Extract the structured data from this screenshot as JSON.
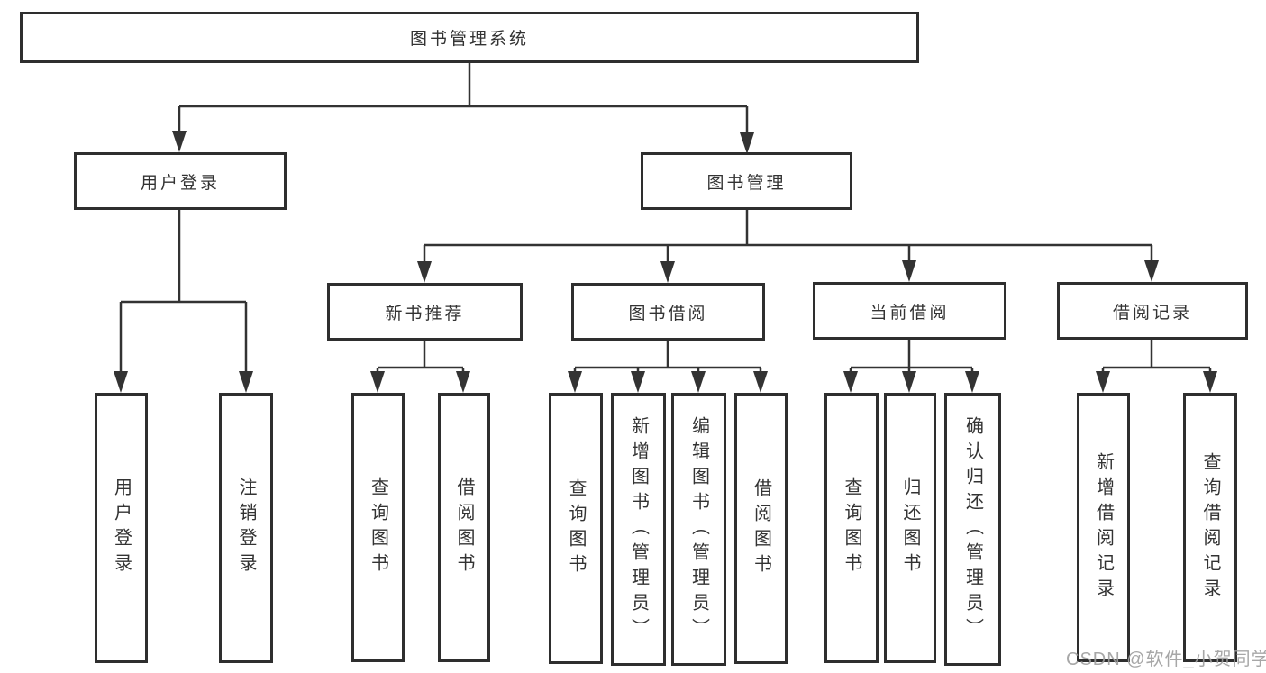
{
  "root": {
    "label": "图书管理系统"
  },
  "level2": {
    "user_login": {
      "label": "用户登录"
    },
    "book_management": {
      "label": "图书管理"
    }
  },
  "level3": {
    "new_book_recommend": {
      "label": "新书推荐"
    },
    "book_borrowing": {
      "label": "图书借阅"
    },
    "current_borrowing": {
      "label": "当前借阅"
    },
    "borrowing_records": {
      "label": "借阅记录"
    }
  },
  "leaves": {
    "user_login": [
      {
        "label": "用户登录"
      },
      {
        "label": "注销登录"
      }
    ],
    "new_book_recommend": [
      {
        "label": "查询图书"
      },
      {
        "label": "借阅图书"
      }
    ],
    "book_borrowing": [
      {
        "label": "查询图书"
      },
      {
        "label": "新增图书（管理员）"
      },
      {
        "label": "编辑图书（管理员）"
      },
      {
        "label": "借阅图书"
      }
    ],
    "current_borrowing": [
      {
        "label": "查询图书"
      },
      {
        "label": "归还图书"
      },
      {
        "label": "确认归还（管理员）"
      }
    ],
    "borrowing_records": [
      {
        "label": "新增借阅记录"
      },
      {
        "label": "查询借阅记录"
      }
    ]
  },
  "watermark": {
    "text": "CSDN @软件_小贺同学"
  },
  "colors": {
    "line": "#333333",
    "border": "#2e2e2e",
    "text": "#333333",
    "watermark": "#9e9e9e",
    "background": "#ffffff"
  }
}
